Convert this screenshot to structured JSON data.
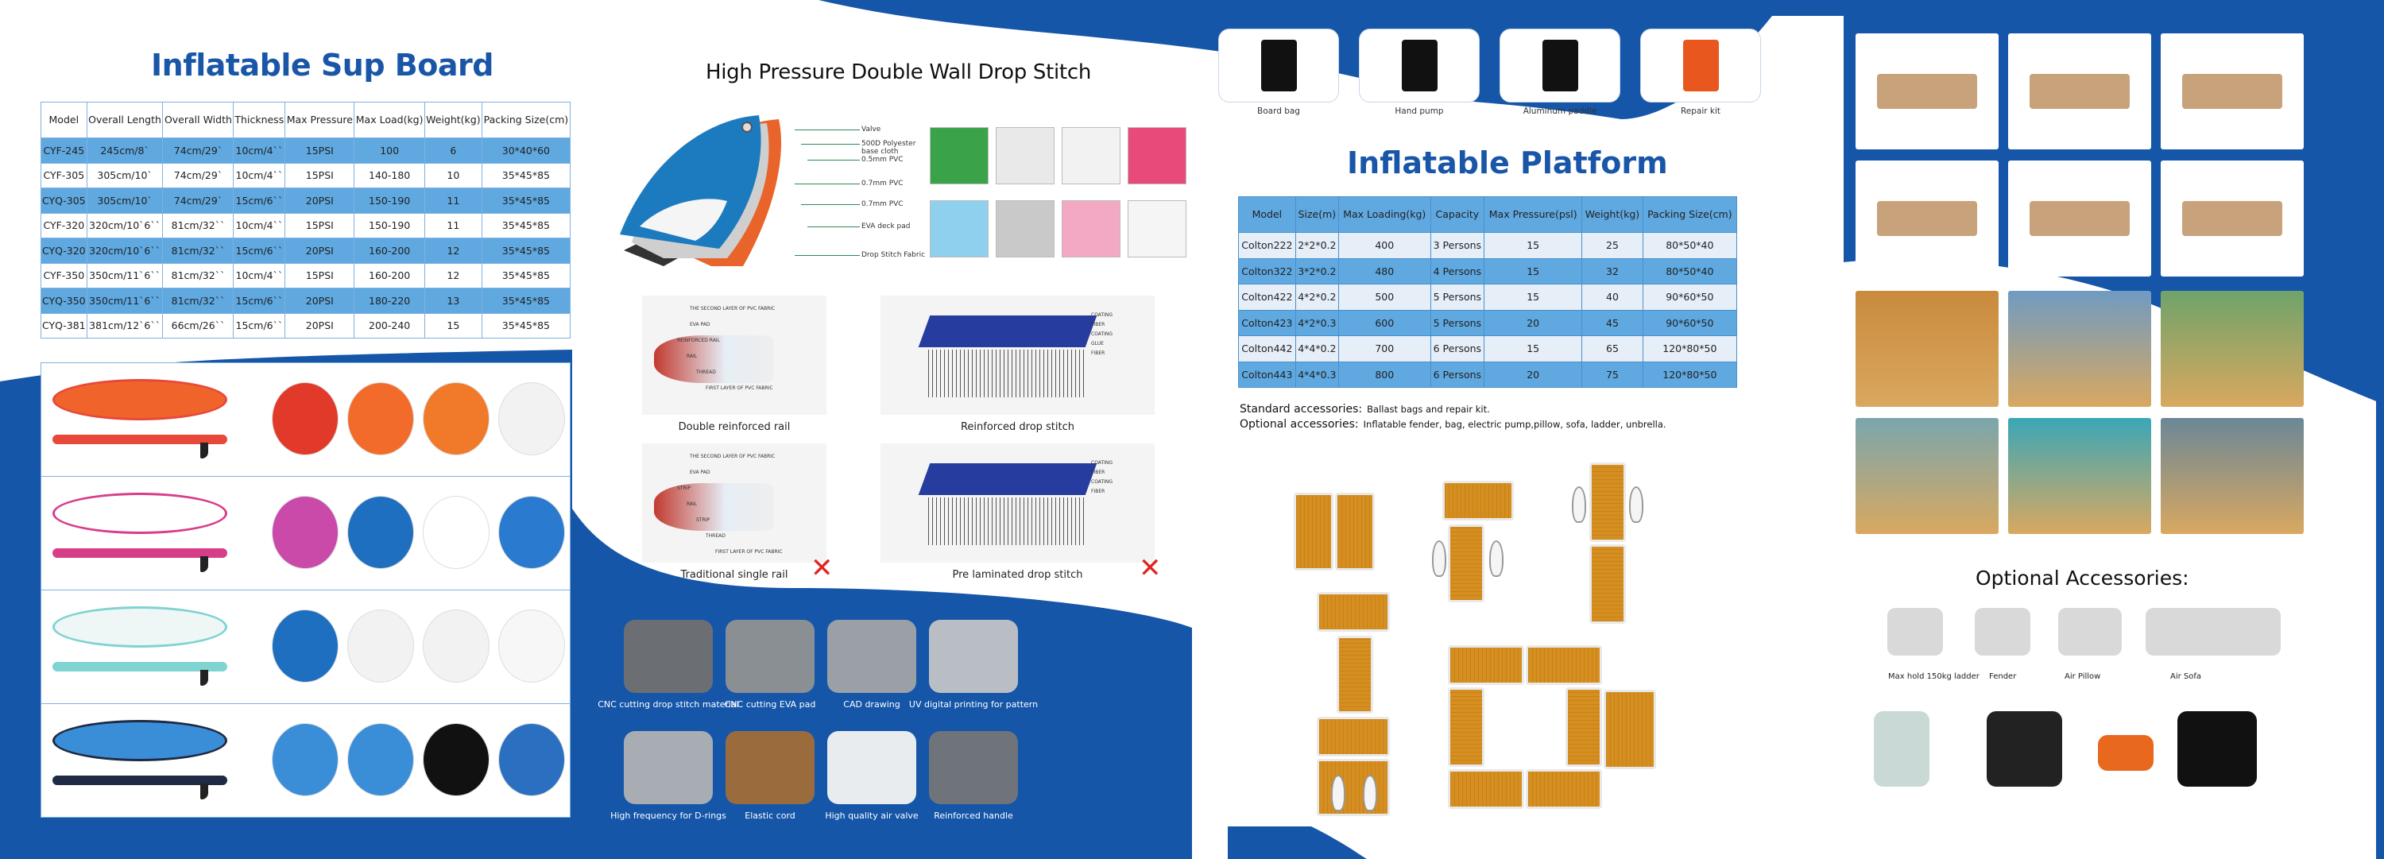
{
  "colors": {
    "brand_blue": "#1556a8",
    "table_blue": "#5fa8e0",
    "table_light": "#e6eef8",
    "reject_red": "#e22222",
    "deck_orange": "#d68e1f"
  },
  "sup": {
    "title": "Inflatable Sup Board",
    "table": {
      "headers": [
        "Model",
        "Overall Length",
        "Overall Width",
        "Thickness",
        "Max Pressure",
        "Max Load(kg)",
        "Weight(kg)",
        "Packing Size(cm)"
      ],
      "rows": [
        [
          "CYF-245",
          "245cm/8`",
          "74cm/29`",
          "10cm/4``",
          "15PSI",
          "100",
          "6",
          "30*40*60"
        ],
        [
          "CYF-305",
          "305cm/10`",
          "74cm/29`",
          "10cm/4``",
          "15PSI",
          "140-180",
          "10",
          "35*45*85"
        ],
        [
          "CYQ-305",
          "305cm/10`",
          "74cm/29`",
          "15cm/6``",
          "20PSI",
          "150-190",
          "11",
          "35*45*85"
        ],
        [
          "CYF-320",
          "320cm/10`6``",
          "81cm/32``",
          "10cm/4``",
          "15PSI",
          "150-190",
          "11",
          "35*45*85"
        ],
        [
          "CYQ-320",
          "320cm/10`6``",
          "81cm/32``",
          "15cm/6``",
          "20PSI",
          "160-200",
          "12",
          "35*45*85"
        ],
        [
          "CYF-350",
          "350cm/11`6``",
          "81cm/32``",
          "10cm/4``",
          "15PSI",
          "160-200",
          "12",
          "35*45*85"
        ],
        [
          "CYQ-350",
          "350cm/11`6``",
          "81cm/32``",
          "15cm/6``",
          "20PSI",
          "180-220",
          "13",
          "35*45*85"
        ],
        [
          "CYQ-381",
          "381cm/12`6``",
          "66cm/26``",
          "15cm/6``",
          "20PSI",
          "200-240",
          "15",
          "35*45*85"
        ]
      ]
    },
    "gallery_rows": [
      {
        "board": "orange",
        "top": "#f0642c",
        "side": "#e8483a",
        "details": [
          "#e23a2a",
          "#f26b2a",
          "#f07a2a",
          "#f2f2f2"
        ]
      },
      {
        "board": "pink-blue",
        "top": "#ffffff",
        "side": "#d83d8a",
        "details": [
          "#c94aa9",
          "#1e6fc0",
          "#ffffff",
          "#2a7ad0"
        ]
      },
      {
        "board": "teal-mandala",
        "top": "#eef6f6",
        "side": "#7fd3d0",
        "details": [
          "#1e6fc0",
          "#f2f2f2",
          "#f2f2f2",
          "#f7f7f7"
        ]
      },
      {
        "board": "blue-touring",
        "top": "#3a8ed8",
        "side": "#1f2b44",
        "details": [
          "#3a8ed8",
          "#3a8ed8",
          "#111111",
          "#2a6fc0"
        ]
      }
    ]
  },
  "drop_stitch": {
    "title": "High Pressure Double Wall Drop Stitch",
    "layers": [
      "Valve",
      "500D Polyester base cloth",
      "0.5mm PVC",
      "0.7mm PVC",
      "0.7mm PVC",
      "EVA deck pad",
      "Drop Stitch Fabric"
    ],
    "material_swatches": [
      "#3aa34a",
      "#e9e9e9",
      "#f2f2f2",
      "#e84a7a",
      "#8fd0ee",
      "#c9c9c9",
      "#f3a8c4",
      "#f5f5f5"
    ],
    "comparisons": [
      {
        "caption": "Double reinforced rail",
        "good": true,
        "labels": [
          "THE SECOND LAYER OF PVC FABRIC",
          "EVA PAD",
          "REINFORCED RAIL",
          "RAIL",
          "THREAD",
          "FIRST LAYER OF PVC FABRIC"
        ]
      },
      {
        "caption": "Reinforced drop stitch",
        "good": true,
        "labels": [
          "COATING",
          "FIBER",
          "COATING",
          "GLUE",
          "FIBER"
        ]
      },
      {
        "caption": "Traditional single rail",
        "good": false,
        "labels": [
          "THE SECOND LAYER OF PVC FABRIC",
          "EVA PAD",
          "STRIP",
          "RAIL",
          "STRIP",
          "THREAD",
          "FIRST LAYER OF PVC FABRIC"
        ]
      },
      {
        "caption": "Pre laminated drop stitch",
        "good": false,
        "labels": [
          "COATING",
          "FIBER",
          "COATING",
          "FIBER"
        ]
      }
    ],
    "reject_mark": "✕",
    "process": [
      {
        "caption": "CNC cutting drop stitch material",
        "tone": "#6b6f74"
      },
      {
        "caption": "CNC cutting EVA pad",
        "tone": "#8a8f94"
      },
      {
        "caption": "CAD drawing",
        "tone": "#9aa0a6"
      },
      {
        "caption": "UV digital printing for pattern",
        "tone": "#b9bec4"
      },
      {
        "caption": "High frequency for D-rings",
        "tone": "#a8adb3"
      },
      {
        "caption": "Elastic cord",
        "tone": "#9a6b3d"
      },
      {
        "caption": "High quality air valve",
        "tone": "#e9ecef"
      },
      {
        "caption": "Reinforced handle",
        "tone": "#6f747a"
      }
    ]
  },
  "accessories_top": [
    {
      "label": "Board bag",
      "icon": "bag-icon"
    },
    {
      "label": "Hand pump",
      "icon": "pump-icon"
    },
    {
      "label": "Aluminum paddle",
      "icon": "paddle-icon"
    },
    {
      "label": "Repair kit",
      "icon": "repair-kit-icon"
    }
  ],
  "platform": {
    "title": "Inflatable Platform",
    "table": {
      "headers": [
        "Model",
        "Size(m)",
        "Max Loading(kg)",
        "Capacity",
        "Max Pressure(psl)",
        "Weight(kg)",
        "Packing Size(cm)"
      ],
      "rows": [
        [
          "Colton222",
          "2*2*0.2",
          "400",
          "3 Persons",
          "15",
          "25",
          "80*50*40"
        ],
        [
          "Colton322",
          "3*2*0.2",
          "480",
          "4 Persons",
          "15",
          "32",
          "80*50*40"
        ],
        [
          "Colton422",
          "4*2*0.2",
          "500",
          "5 Persons",
          "15",
          "40",
          "90*60*50"
        ],
        [
          "Colton423",
          "4*2*0.3",
          "600",
          "5 Persons",
          "20",
          "45",
          "90*60*50"
        ],
        [
          "Colton442",
          "4*4*0.2",
          "700",
          "6 Persons",
          "15",
          "65",
          "120*80*50"
        ],
        [
          "Colton443",
          "4*4*0.3",
          "800",
          "6 Persons",
          "20",
          "75",
          "120*80*50"
        ]
      ]
    },
    "standard_label": "Standard accessories:",
    "standard_value": "Ballast bags and repair kit.",
    "optional_label": "Optional accessories:",
    "optional_value": "Inflatable fender, bag, electric pump,pillow, sofa, ladder, unbrella."
  },
  "gallery": {
    "product_photos": [
      "platform-with-ballast-bags",
      "deck-top-view",
      "ladder-attached",
      "ballast-bag-closeup",
      "electric-pump",
      "d-ring-plate"
    ],
    "scene_photos": [
      "jetski-dock",
      "yacht-pool-platform",
      "lawn-platform",
      "u-shaped-platform",
      "long-dock-jetskis",
      "lounge-platform"
    ]
  },
  "optional_accessories": {
    "title": "Optional Accessories:",
    "items": [
      {
        "label": "Max hold 150kg ladder",
        "icon": "ladder-icon"
      },
      {
        "label": "Fender",
        "icon": "fender-icon"
      },
      {
        "label": "Air Pillow",
        "icon": "pillow-icon"
      },
      {
        "label": "Air Sofa",
        "icon": "sofa-icon"
      }
    ],
    "bottom_items": [
      "rolled-platform-icon",
      "storage-bag-icon",
      "repair-kit-icon",
      "electric-pump-icon"
    ]
  }
}
